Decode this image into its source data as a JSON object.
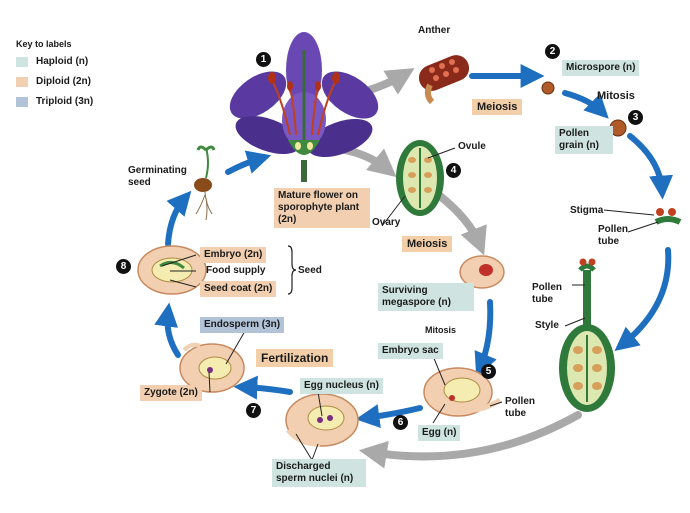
{
  "key": {
    "title": "Key to labels",
    "items": [
      {
        "label": "Haploid (n)",
        "color": "#cfe4e0"
      },
      {
        "label": "Diploid (2n)",
        "color": "#f1cfb0"
      },
      {
        "label": "Triploid (3n)",
        "color": "#b2c3d8"
      }
    ]
  },
  "steps": [
    "1",
    "2",
    "3",
    "4",
    "5",
    "6",
    "7",
    "8"
  ],
  "labels": {
    "anther": "Anther",
    "microspore": "Microspore (n)",
    "meiosis_top": "Meiosis",
    "mitosis_top": "Mitosis",
    "pollen_grain": "Pollen grain (n)",
    "ovule": "Ovule",
    "ovary": "Ovary",
    "mature_flower": "Mature flower on sporophyte plant (2n)",
    "germinating_seed": "Germinating seed",
    "meiosis_mid": "Meiosis",
    "stigma": "Stigma",
    "pollen_tube_1": "Pollen tube",
    "pollen_tube_2": "Pollen tube",
    "style": "Style",
    "embryo": "Embryo (2n)",
    "food_supply": "Food supply",
    "seed_coat": "Seed coat (2n)",
    "seed": "Seed",
    "surviving_megaspore": "Surviving megaspore (n)",
    "mitosis_mid": "Mitosis",
    "embryo_sac": "Embryo sac",
    "endosperm": "Endosperm (3n)",
    "fertilization": "Fertilization",
    "zygote": "Zygote (2n)",
    "egg_nucleus": "Egg nucleus (n)",
    "pollen_tube_3": "Pollen tube",
    "egg": "Egg (n)",
    "discharged_sperm": "Discharged sperm nuclei (n)"
  },
  "colors": {
    "cycle_arrow": "#1f6fc0",
    "gray_arrow": "#a9a9a9",
    "petal": "#5a3aa0",
    "seed_body": "#f1cfb0",
    "ovary_green": "#2f7a3a"
  }
}
